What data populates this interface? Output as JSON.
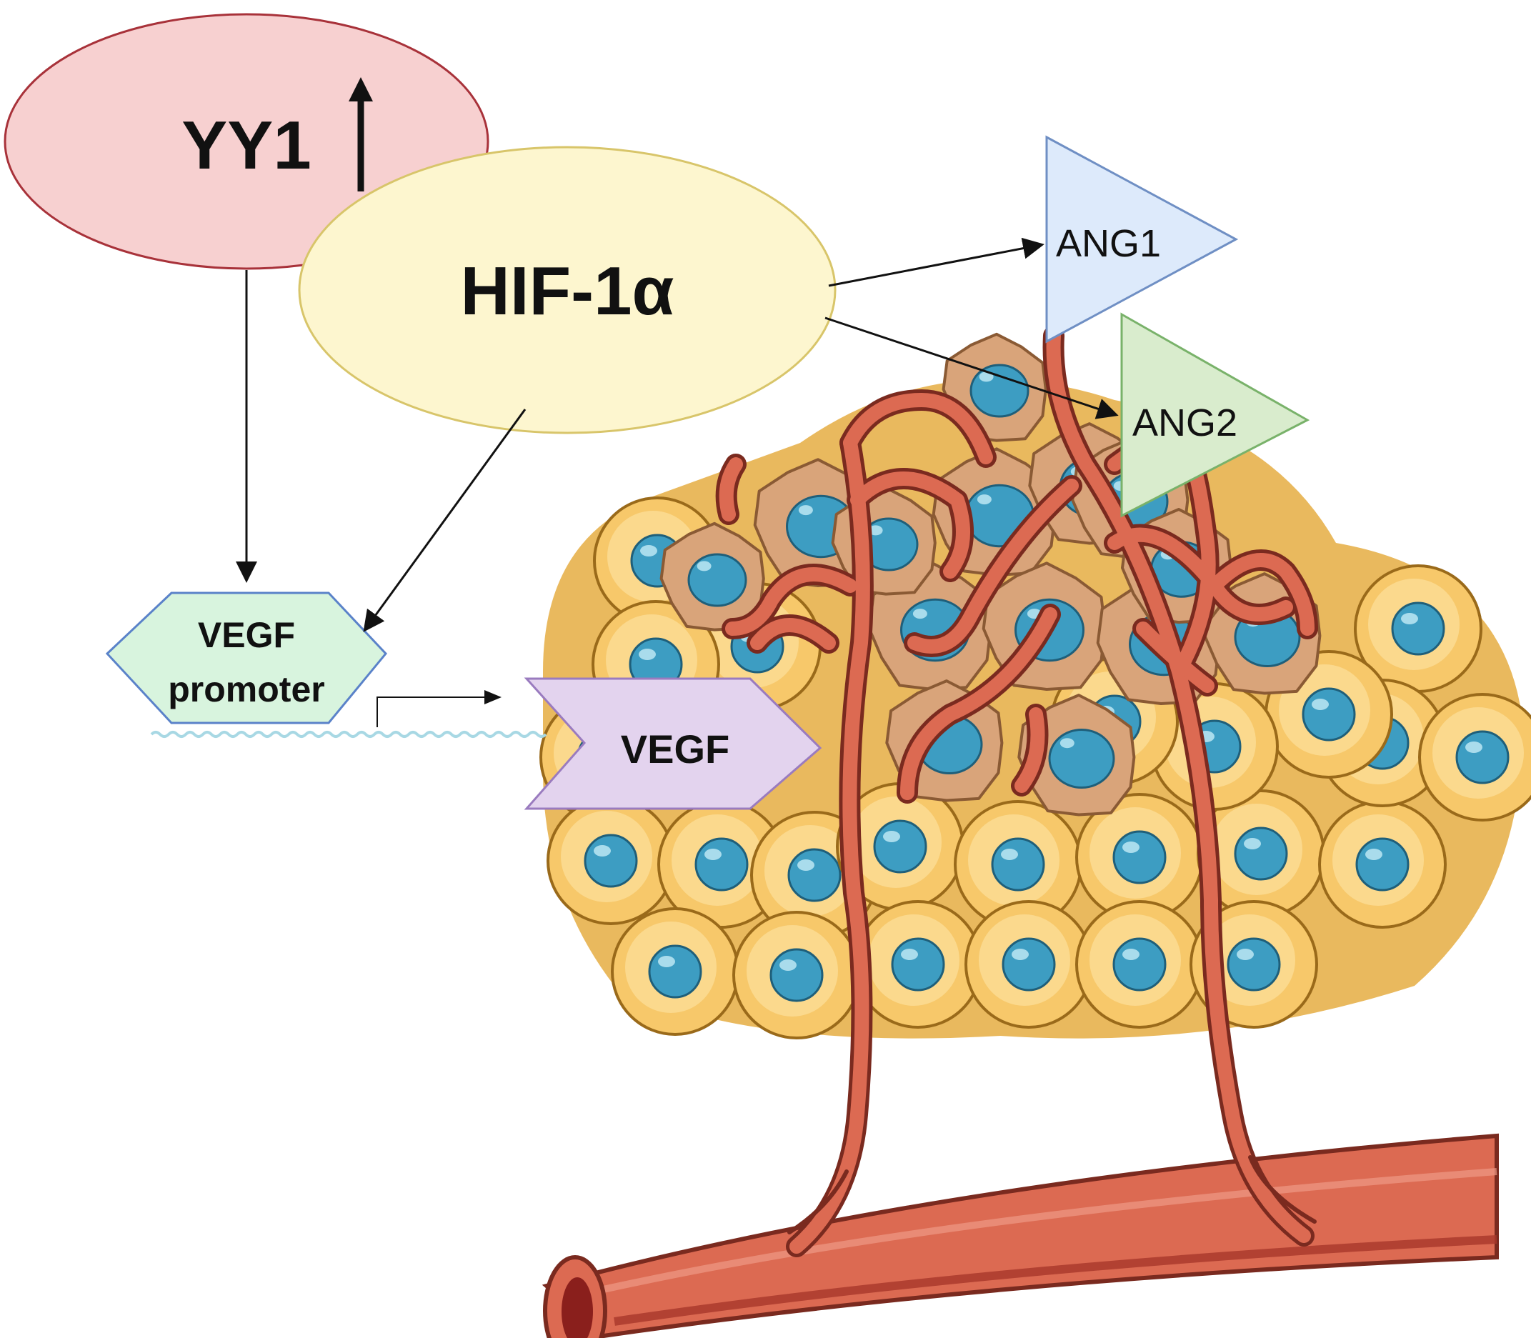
{
  "nodes": {
    "yy1": {
      "label": "YY1",
      "indicator": "up-arrow-icon",
      "fill": "#f7d0d0",
      "stroke": "#a8323a"
    },
    "hif": {
      "label": "HIF-1α",
      "fill": "#fdf6cf",
      "stroke": "#d8c56a"
    },
    "ang1": {
      "label": "ANG1",
      "fill": "#ddeafb",
      "stroke": "#6f8fc4"
    },
    "ang2": {
      "label": "ANG2",
      "fill": "#d9eccd",
      "stroke": "#79b26a"
    },
    "vegf_promoter": {
      "line1": "VEGF",
      "line2": "promoter",
      "fill": "#d8f4de",
      "stroke": "#5a82c9"
    },
    "vegf": {
      "label": "VEGF",
      "fill": "#e3d3ee",
      "stroke": "#9a7bbf"
    }
  },
  "edges": [
    {
      "from": "YY1",
      "to": "VEGF promoter"
    },
    {
      "from": "HIF-1α",
      "to": "VEGF promoter"
    },
    {
      "from": "HIF-1α",
      "to": "ANG1"
    },
    {
      "from": "HIF-1α",
      "to": "ANG2"
    },
    {
      "from": "VEGF promoter",
      "to": "VEGF"
    }
  ],
  "colors": {
    "normal_cell": "#f7c86a",
    "normal_cell_inner": "#fbdc93",
    "nucleus": "#3d9dc2",
    "tumor_cell": "#d9a47a",
    "vessel": "#dc6a52",
    "vessel_dark": "#a7372a",
    "dna": "#a8d8e4"
  }
}
